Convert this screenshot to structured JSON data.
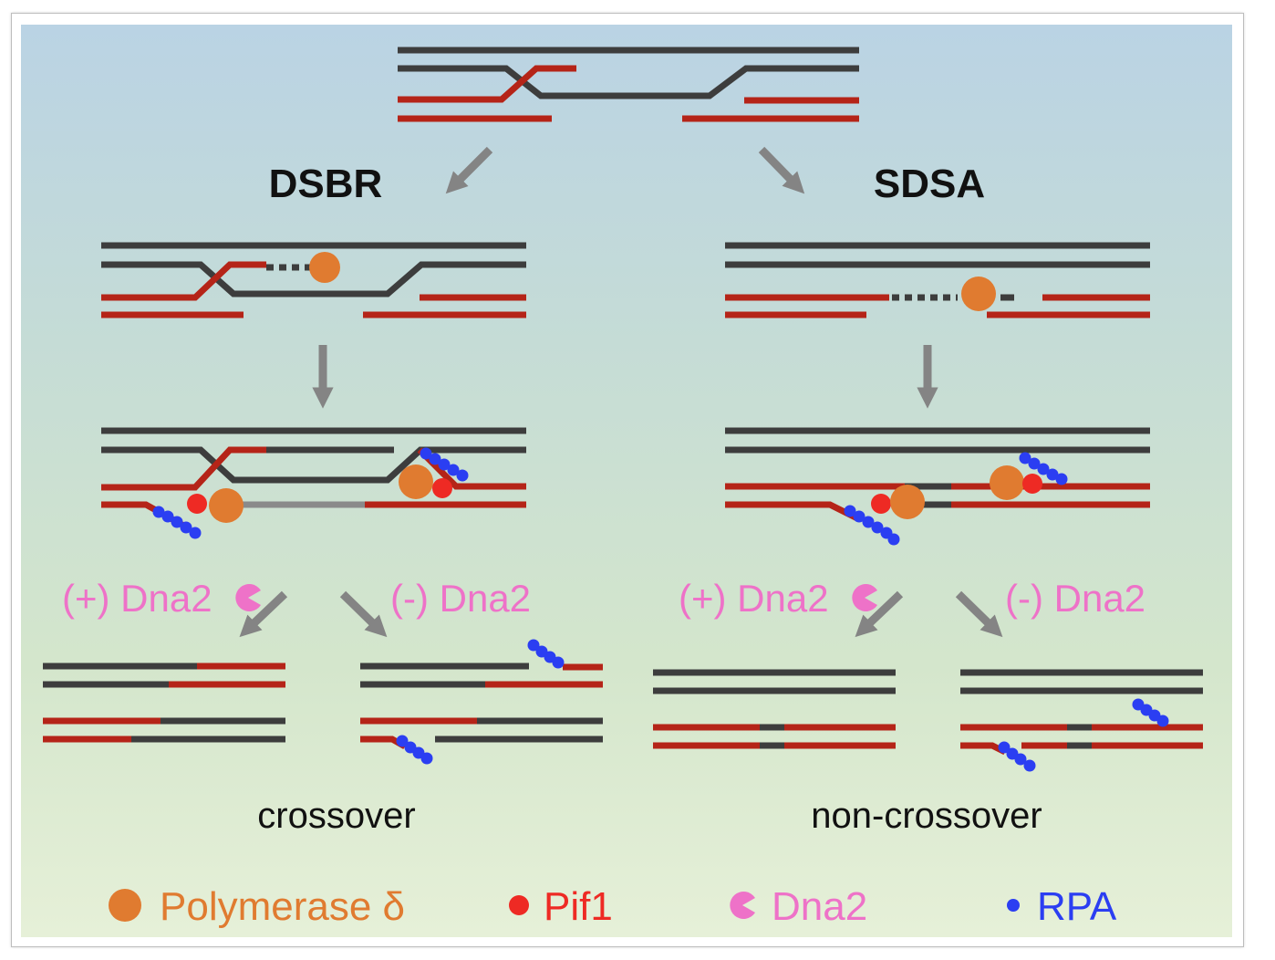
{
  "pathways": {
    "left": "DSBR",
    "right": "SDSA"
  },
  "conditions": {
    "plus": "(+) Dna2",
    "minus": "(-) Dna2"
  },
  "outcomes": {
    "left": "crossover",
    "right": "non-crossover"
  },
  "legend": {
    "polymerase": "Polymerase δ",
    "pif1": "Pif1",
    "dna2": "Dna2",
    "rpa": "RPA"
  },
  "colors": {
    "dark_strand": "#3d3d3d",
    "red_strand": "#b52418",
    "grey_strand": "#8a8a8a",
    "arrow": "#848484",
    "polymerase": "#e07b30",
    "pif1": "#ee2a24",
    "dna2": "#ee72c8",
    "rpa": "#2b3ef2",
    "polymerase_text": "#e07b30",
    "pif1_text": "#ee2a24",
    "dna2_text": "#ee72c8",
    "rpa_text": "#2b3ef2"
  },
  "icons": [
    "polymerase-circle-icon",
    "pif1-dot-icon",
    "dna2-pacman-icon",
    "rpa-dot-icon",
    "arrow-icon"
  ]
}
